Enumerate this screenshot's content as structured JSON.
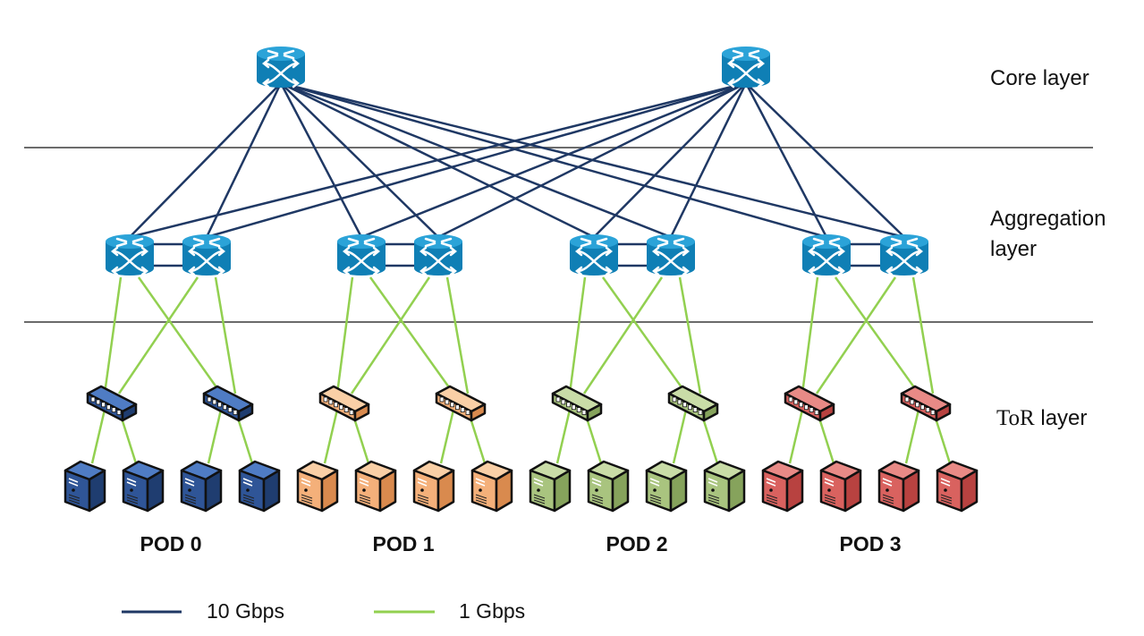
{
  "layers": {
    "core": "Core layer",
    "aggregation_line1": "Aggregation",
    "aggregation_line2": "layer",
    "tor_prefix": "ToR",
    "tor_suffix": "layer"
  },
  "pods": [
    {
      "label": "POD 0",
      "color": "#2f5597",
      "light": "#4f7cc4",
      "dark": "#1f3d70"
    },
    {
      "label": "POD 1",
      "color": "#f4b07a",
      "light": "#f9cfa6",
      "dark": "#d98a4e"
    },
    {
      "label": "POD 2",
      "color": "#a9c47f",
      "light": "#c9dca7",
      "dark": "#86a35c"
    },
    {
      "label": "POD 3",
      "color": "#d9625f",
      "light": "#e88a86",
      "dark": "#b84240"
    }
  ],
  "topology": {
    "core_switches": 2,
    "aggregation_switches_per_pod": 2,
    "tor_switches_per_pod": 2,
    "servers_per_tor": 2,
    "core_to_aggregation": "full-mesh",
    "aggregation_to_tor": "full-mesh-within-pod"
  },
  "legend": [
    {
      "label": "10 Gbps",
      "color": "#1f3864"
    },
    {
      "label": "1 Gbps",
      "color": "#92d050"
    }
  ],
  "colors": {
    "router_body": "#0f7fb5",
    "router_top": "#2ba3d8",
    "link_10g": "#1f3864",
    "link_1g": "#92d050",
    "separator": "#6b6b6b"
  }
}
